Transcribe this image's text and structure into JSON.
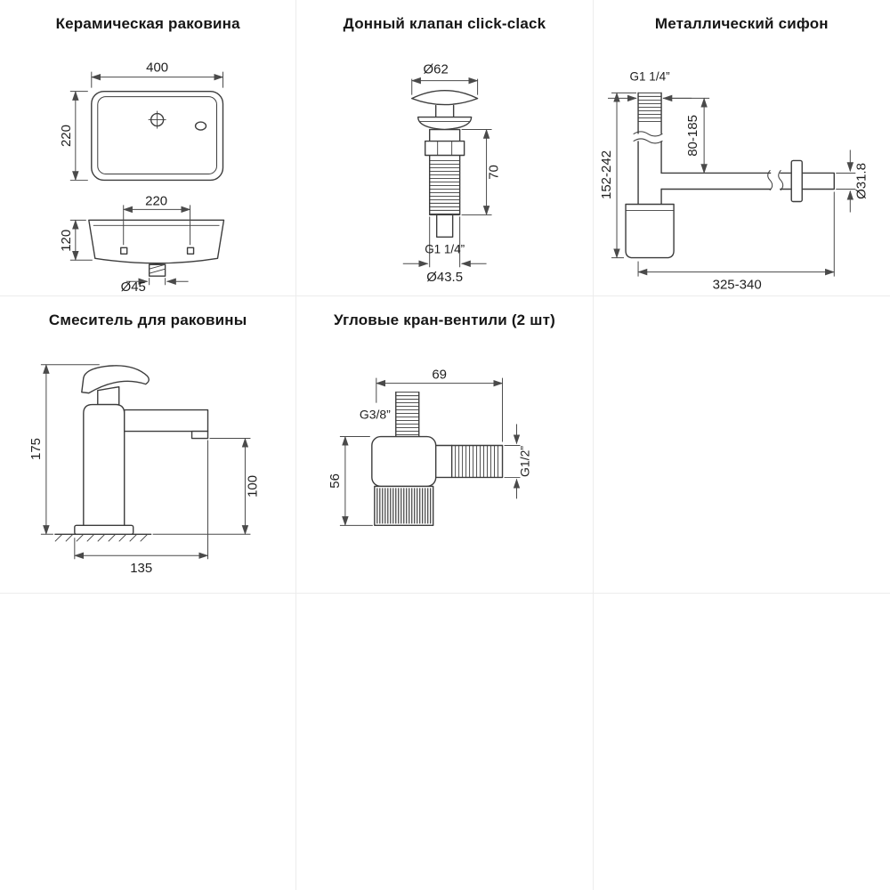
{
  "page": {
    "background": "#ffffff",
    "grid_line_color": "#ececec",
    "line_color": "#3d3d3d",
    "dim_color": "#4a4a4a",
    "text_color": "#1f1f1f"
  },
  "panels": {
    "sink": {
      "title": "Керамическая раковина",
      "dims": {
        "top_width": "400",
        "top_depth": "220",
        "hole_spacing": "220",
        "front_height": "120",
        "drain_diameter": "Ø45"
      }
    },
    "drain_valve": {
      "title": "Донный клапан click-clack",
      "dims": {
        "cap_diameter": "Ø62",
        "body_height": "70",
        "thread": "G1 1/4”",
        "body_diameter": "Ø43.5"
      }
    },
    "siphon": {
      "title": "Металлический сифон",
      "dims": {
        "thread": "G1 1/4”",
        "inlet_height": "80-185",
        "total_height": "152-242",
        "outlet_length": "325-340",
        "pipe_diameter": "Ø31.8"
      }
    },
    "mixer": {
      "title": "Смеситель для раковины",
      "dims": {
        "total_height": "175",
        "spout_height": "100",
        "spout_reach": "135"
      }
    },
    "angle_valve": {
      "title": "Угловые кран-вентили (2 шт)",
      "dims": {
        "width": "69",
        "inlet_thread": "G3/8”",
        "height": "56",
        "outlet_thread": "G1/2”"
      }
    }
  }
}
